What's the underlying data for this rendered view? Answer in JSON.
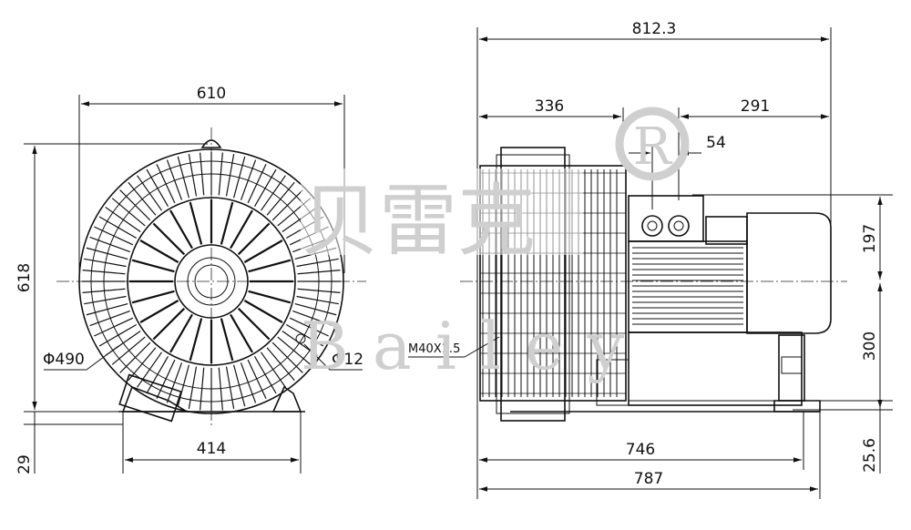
{
  "front_view": {
    "width_dim": "610",
    "height_dim": "618",
    "diameter_dim": "Φ490",
    "hole_dim": "Φ12",
    "base_width_dim": "414",
    "base_height_dim": "29"
  },
  "side_view": {
    "overall_length_dim": "812.3",
    "inlet_dim": "336",
    "motor_dim": "291",
    "port_dim": "54",
    "upper_height_dim": "197",
    "lower_height_dim": "300",
    "base_length_dim": "746",
    "total_length_dim": "787",
    "foot_height_dim": "25.6",
    "thread_dim": "M40X1.5"
  },
  "watermark": {
    "brand_chinese": "贝雷克",
    "brand_latin": "Bailey",
    "registered_mark": "R"
  }
}
